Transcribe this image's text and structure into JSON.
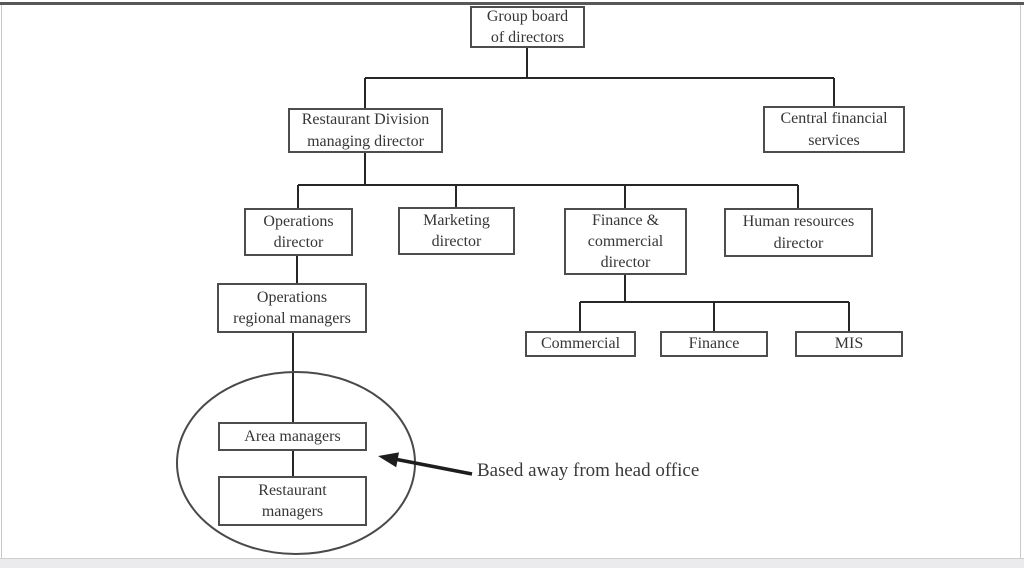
{
  "diagram": {
    "type": "org-chart",
    "nodes": {
      "group_board": "Group board\nof directors",
      "restaurant_division": "Restaurant Division\nmanaging director",
      "central_financial": "Central financial\nservices",
      "operations_director": "Operations\ndirector",
      "marketing_director": "Marketing\ndirector",
      "finance_commercial": "Finance &\ncommercial\ndirector",
      "human_resources": "Human resources\ndirector",
      "commercial": "Commercial",
      "finance": "Finance",
      "mis": "MIS",
      "operations_regional": "Operations\nregional managers",
      "area_managers": "Area managers",
      "restaurant_managers": "Restaurant\nmanagers"
    },
    "annotation": {
      "label": "Based away from head office"
    },
    "colors": {
      "connector_line": "#262626",
      "box_border": "#4d4d4d",
      "ellipse_stroke": "#4a4a4a",
      "text": "#363636",
      "background": "#ffffff",
      "bottom_strip": "#ebebee",
      "top_bar": "#58585c"
    }
  }
}
